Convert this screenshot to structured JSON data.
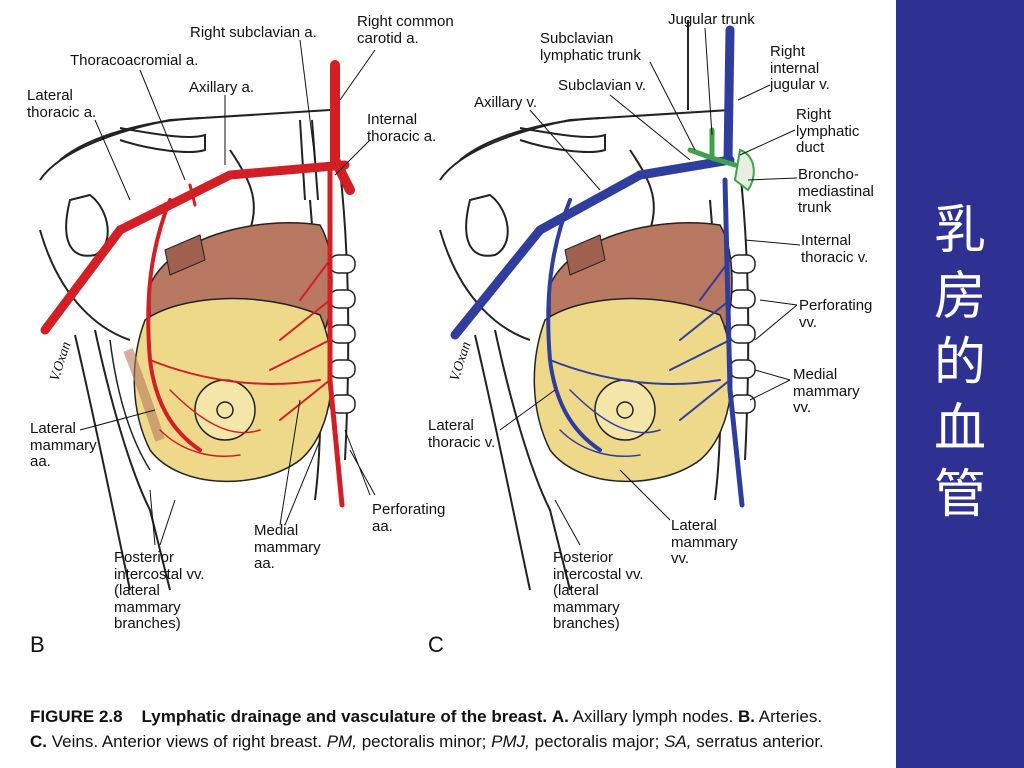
{
  "sidebar": {
    "title_chars": [
      "乳",
      "房",
      "的",
      "血",
      "管"
    ]
  },
  "panel_b": {
    "letter": "B",
    "labels": {
      "right_subclavian": "Right subclavian a.",
      "right_common_carotid": "Right common\ncarotid a.",
      "thoracoacromial": "Thoracoacromial a.",
      "axillary": "Axillary a.",
      "lateral_thoracic": "Lateral\nthoracic a.",
      "internal_thoracic": "Internal\nthoracic a.",
      "lateral_mammary": "Lateral\nmammary\naa.",
      "medial_mammary": "Medial\nmammary\naa.",
      "perforating": "Perforating\naa.",
      "posterior_intercostal": "Posterior\nintercostal vv.\n(lateral\nmammary\nbranches)",
      "signature": "V.Oxan"
    }
  },
  "panel_c": {
    "letter": "C",
    "labels": {
      "jugular_trunk": "Jugular trunk",
      "subclavian_lymphatic_trunk": "Subclavian\nlymphatic trunk",
      "subclavian_v": "Subclavian v.",
      "axillary_v": "Axillary v.",
      "right_internal_jugular": "Right\ninternal\njugular v.",
      "right_lymphatic_duct": "Right\nlymphatic\nduct",
      "bronchomediastinal": "Broncho-\nmediastinal\ntrunk",
      "internal_thoracic_v": "Internal\nthoracic v.",
      "perforating_vv": "Perforating\nvv.",
      "medial_mammary_vv": "Medial\nmammary\nvv.",
      "lateral_thoracic_v": "Lateral\nthoracic v.",
      "lateral_mammary_vv": "Lateral\nmammary\nvv.",
      "posterior_intercostal": "Posterior\nintercostal vv.\n(lateral\nmammary\nbranches)",
      "signature": "V.Oxan"
    }
  },
  "caption": {
    "figure_label": "FIGURE 2.8",
    "title": "Lymphatic drainage and vasculature of the breast.",
    "a_label": "A.",
    "a_text": "Axillary lymph nodes.",
    "b_label": "B.",
    "b_text": "Arteries.",
    "c_label": "C.",
    "c_text": "Veins. Anterior views of right breast.",
    "pm_abbr": "PM,",
    "pm_text": "pectoralis minor;",
    "pmj_abbr": "PMJ,",
    "pmj_text": "pectoralis major;",
    "sa_abbr": "SA,",
    "sa_text": "serratus anterior."
  },
  "colors": {
    "sidebar_bg": "#2e3192",
    "artery": "#d21f26",
    "vein": "#2f3e9c",
    "lymph": "#3fa24b",
    "muscle": "#b97861",
    "fat": "#eed98a"
  }
}
